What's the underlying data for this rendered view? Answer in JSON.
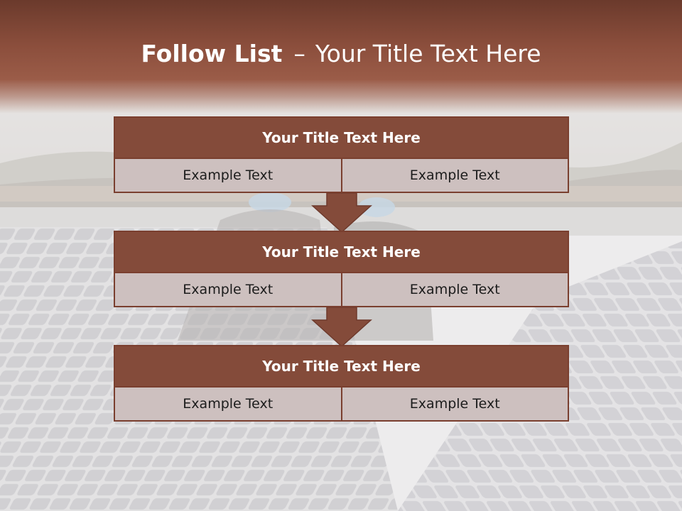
{
  "slide": {
    "title_bold": "Follow List",
    "title_separator": "–",
    "title_rest": "Your Title Text Here"
  },
  "blocks": [
    {
      "heading": "Your Title Text Here",
      "cells": [
        "Example Text",
        "Example Text"
      ]
    },
    {
      "heading": "Your Title Text Here",
      "cells": [
        "Example Text",
        "Example Text"
      ]
    },
    {
      "heading": "Your Title Text Here",
      "cells": [
        "Example Text",
        "Example Text"
      ]
    }
  ],
  "colors": {
    "brand_brown": "#844b3a",
    "cell_fill": "#cdc0bf",
    "title_text": "#ffffff"
  },
  "icons": [
    "down-arrow-icon",
    "down-arrow-icon"
  ]
}
